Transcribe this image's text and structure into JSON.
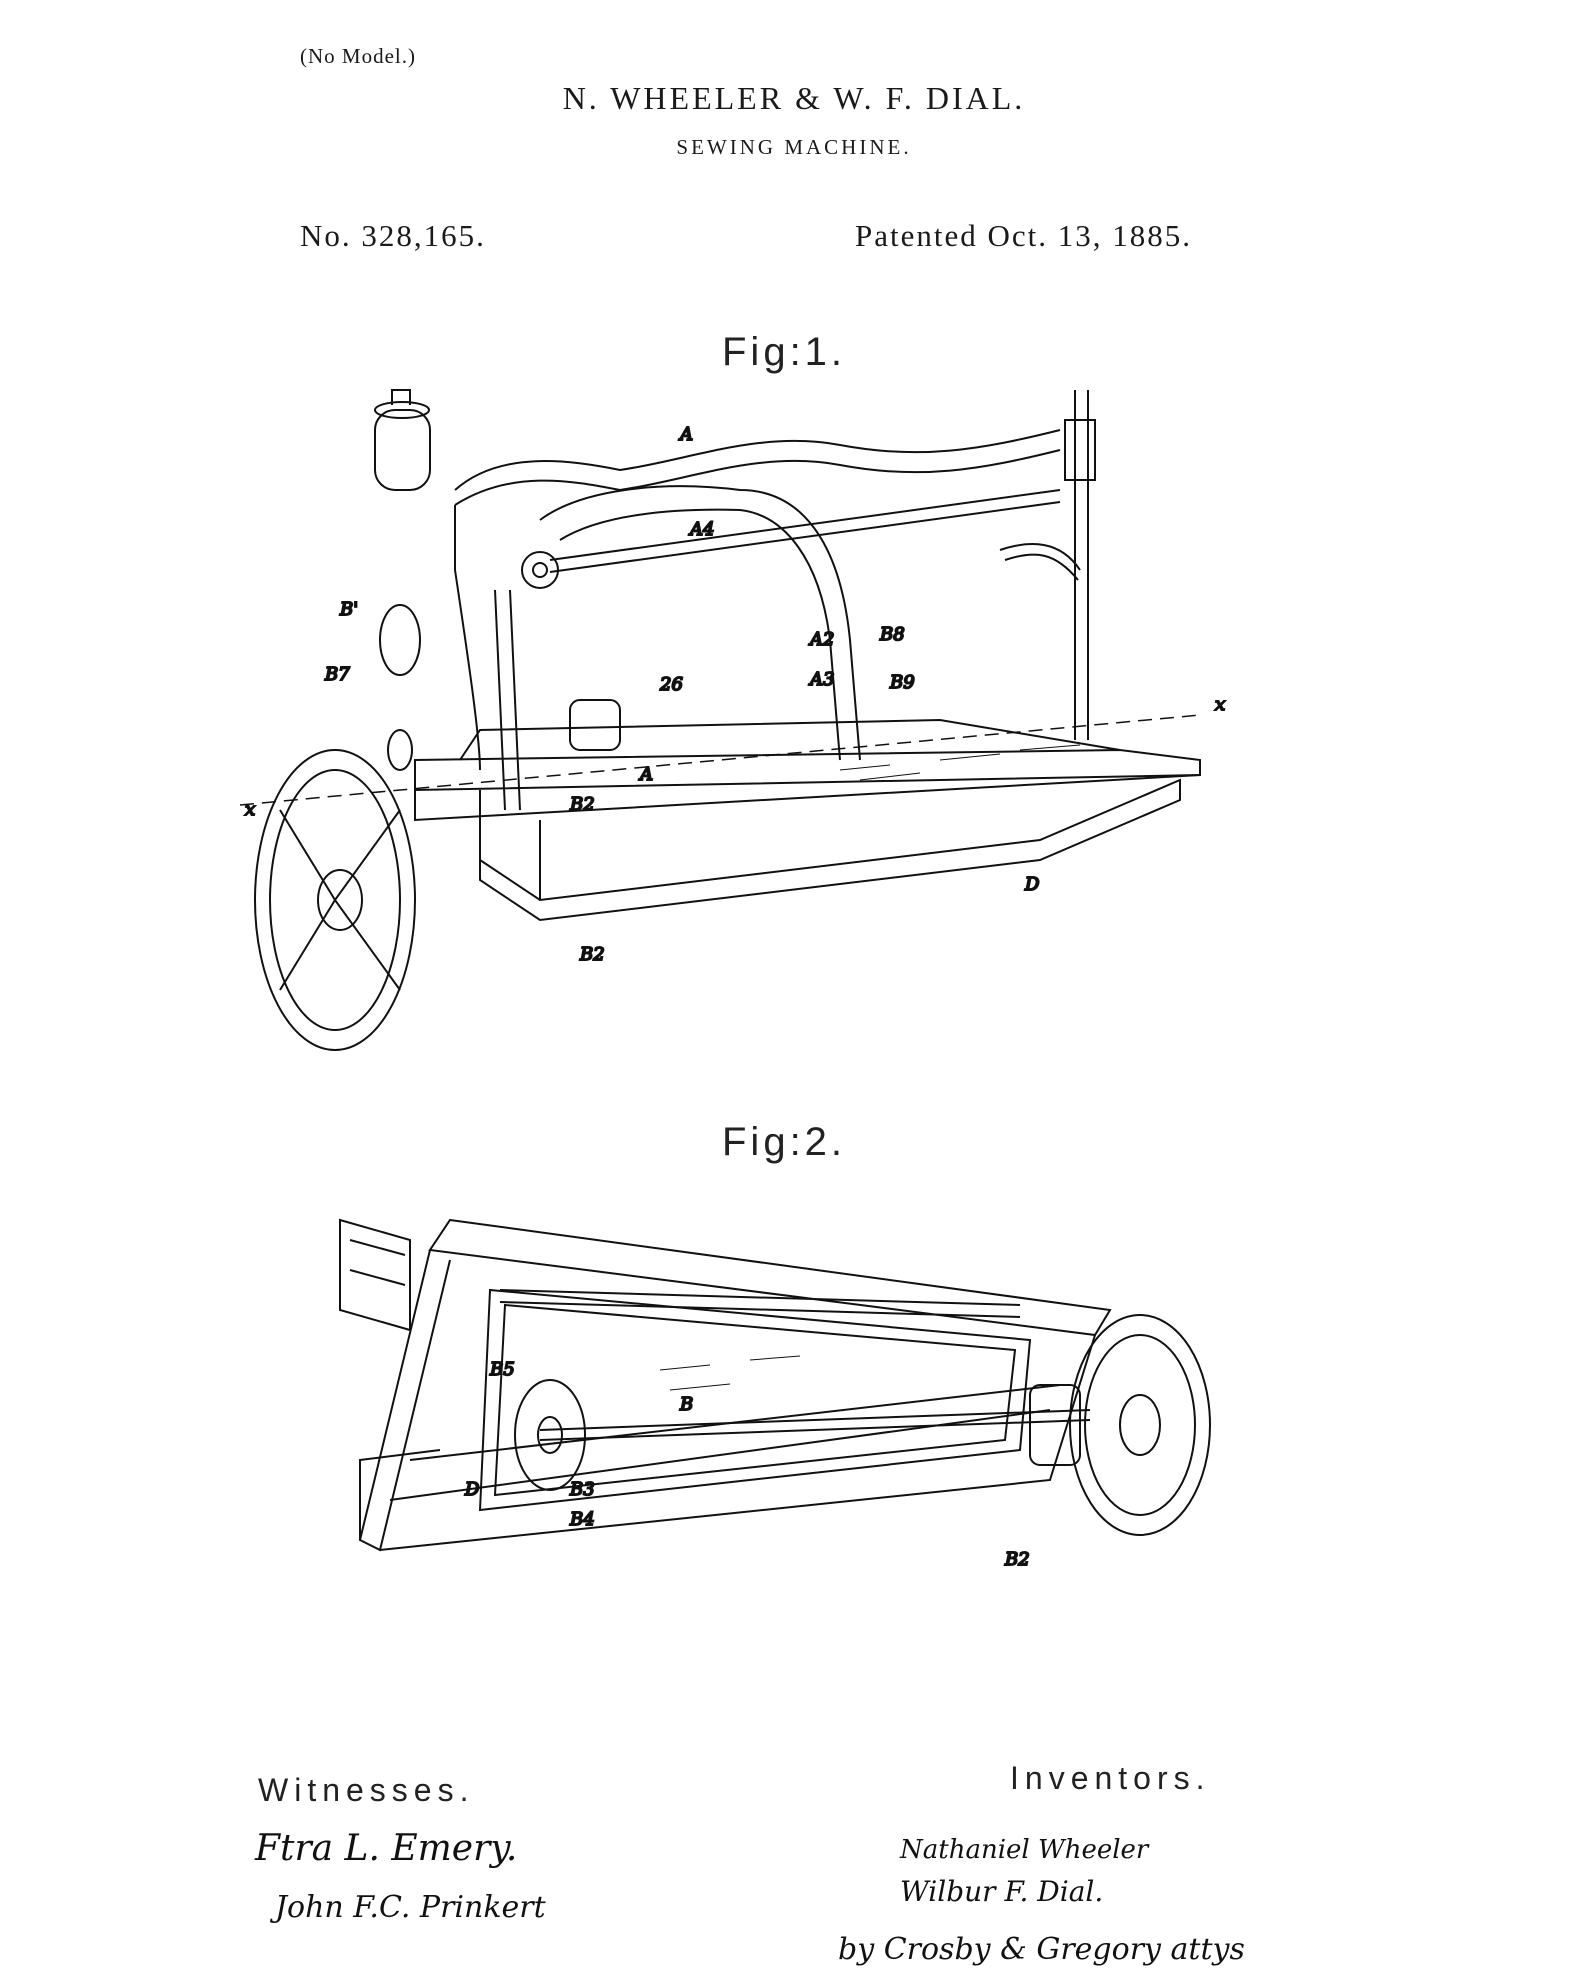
{
  "header": {
    "no_model": "(No Model.)",
    "inventors": "N. WHEELER & W. F. DIAL.",
    "subject": "SEWING MACHINE.",
    "patent_number": "No. 328,165.",
    "patent_date": "Patented Oct. 13, 1885."
  },
  "figures": {
    "fig1": {
      "label": "Fig:1.",
      "refs": [
        "A",
        "A4",
        "B'",
        "B7",
        "26",
        "A2",
        "B8",
        "A3",
        "B9",
        "x",
        "x",
        "A",
        "B2",
        "D",
        "B2"
      ]
    },
    "fig2": {
      "label": "Fig:2.",
      "refs": [
        "B5",
        "B",
        "D",
        "B3",
        "B4",
        "B2"
      ]
    }
  },
  "witnesses": {
    "heading": "Witnesses.",
    "signatures": [
      "Ftra L. Emery.",
      "John F.C. Prinkert"
    ]
  },
  "inventors_block": {
    "heading": "Inventors.",
    "signatures": [
      "Nathaniel Wheeler",
      "Wilbur F. Dial.",
      "by Crosby & Gregory attys"
    ]
  }
}
